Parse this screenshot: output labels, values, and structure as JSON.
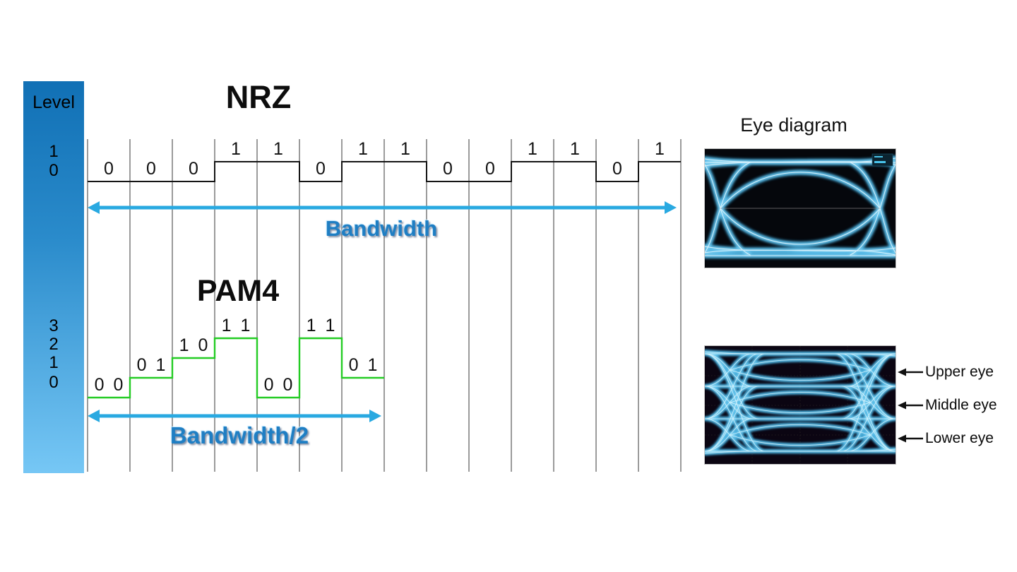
{
  "level_bar": {
    "title": "Level",
    "nrz_levels": [
      "1",
      "0"
    ],
    "pam4_levels": [
      "3",
      "2",
      "1",
      "0"
    ]
  },
  "eye": {
    "title": "Eye diagram",
    "pam4_labels": [
      "Upper eye",
      "Middle eye",
      "Lower eye"
    ]
  },
  "colors": {
    "arrow_blue": "#29A9E1",
    "bandwidth_text_blue": "#1F7EC3",
    "nrz_trace": "#151515",
    "pam4_trace": "#24CC24",
    "grid_gray": "#8a8a8a",
    "level_bar_top": "#1170B5",
    "level_bar_bottom": "#76C7F5",
    "eye_background": "#05070C",
    "eye_trace_blue": "#36ACE4"
  },
  "chart_data": [
    {
      "type": "line",
      "name": "nrz-waveform",
      "title": "NRZ",
      "bits": [
        "0",
        "0",
        "0",
        "1",
        "1",
        "0",
        "1",
        "1",
        "0",
        "0",
        "1",
        "1",
        "0",
        "1"
      ],
      "levels": [
        0,
        0,
        0,
        1,
        1,
        0,
        1,
        1,
        0,
        0,
        1,
        1,
        0,
        1
      ],
      "level_axis": [
        "1",
        "0"
      ],
      "bits_per_symbol": 1,
      "bandwidth_label": "Bandwidth",
      "bandwidth_span_symbols": 14
    },
    {
      "type": "line",
      "name": "pam4-waveform",
      "title": "PAM4",
      "symbols": [
        "0 0",
        "0 1",
        "1 0",
        "1 1",
        "0 0",
        "1 1",
        "0 1"
      ],
      "levels": [
        0,
        1,
        2,
        3,
        0,
        3,
        1
      ],
      "level_axis": [
        "3",
        "2",
        "1",
        "0"
      ],
      "bits_per_symbol": 2,
      "bandwidth_label": "Bandwidth/2",
      "bandwidth_span_symbols": 7
    }
  ]
}
